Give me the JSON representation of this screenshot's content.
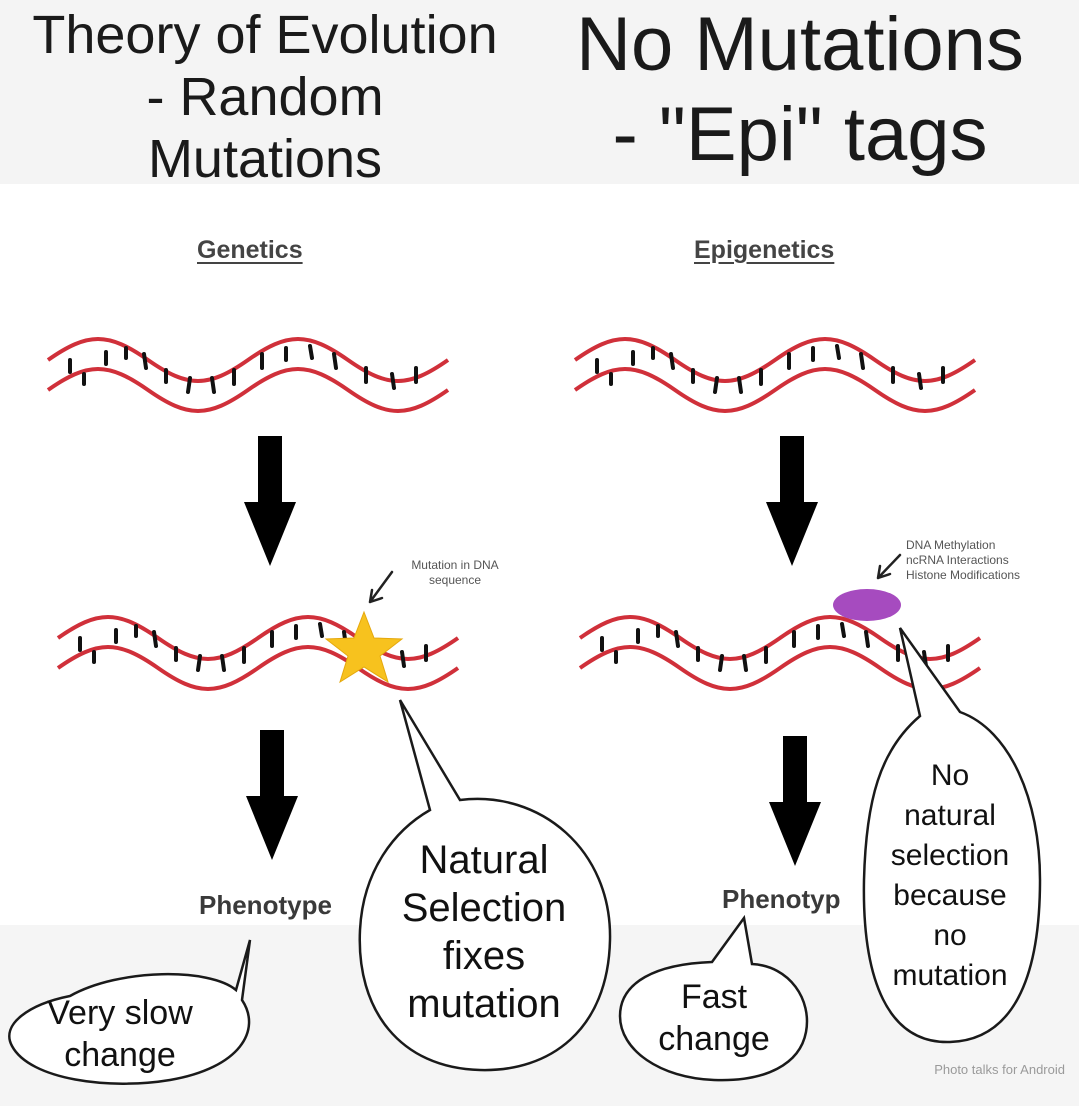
{
  "captions": {
    "left": [
      "Theory of Evolution",
      "- Random",
      "Mutations"
    ],
    "right": [
      "No Mutations",
      "- \"Epi\" tags"
    ]
  },
  "panels": {
    "left": {
      "heading": "Genetics",
      "phenotype": "Phenotype",
      "annotation": [
        "Mutation in DNA",
        "sequence"
      ]
    },
    "right": {
      "heading": "Epigenetics",
      "phenotype": "Phenotyp",
      "annotation": [
        "DNA Methylation",
        "ncRNA Interactions",
        "Histone Modifications"
      ]
    }
  },
  "bubbles": {
    "very_slow": [
      "Very slow",
      "change"
    ],
    "natural_selection": [
      "Natural",
      "Selection",
      "fixes",
      "mutation"
    ],
    "fast": [
      "Fast",
      "change"
    ],
    "no_natural": [
      "No",
      "natural",
      "selection",
      "because",
      "no",
      "mutation"
    ]
  },
  "watermark": "Photo talks for Android",
  "colors": {
    "dna_strand": "#d0303a",
    "mutation_star": "#f7c21e",
    "epi_tag": "#a64bbf",
    "arrow": "#000000"
  }
}
